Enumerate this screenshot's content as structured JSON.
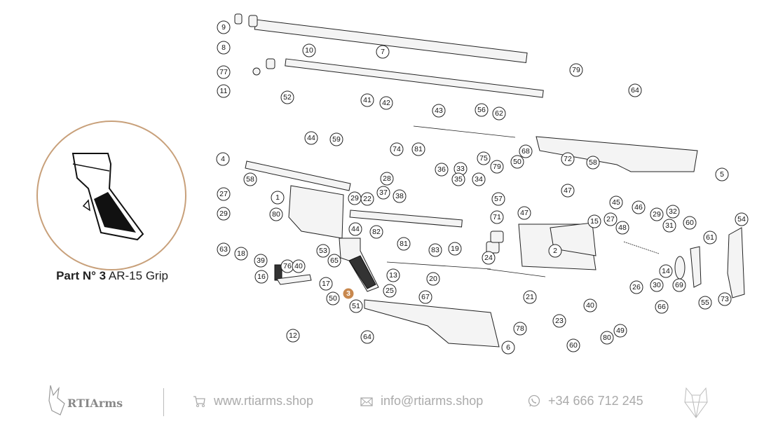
{
  "detail": {
    "part_label": "Part N° 3",
    "part_name": "AR-15 Grip"
  },
  "highlight_color": "#c8884e",
  "callouts": [
    "9",
    "8",
    "7",
    "10",
    "77",
    "11",
    "79",
    "64",
    "52",
    "41",
    "42",
    "43",
    "56",
    "62",
    "44",
    "59",
    "4",
    "5",
    "74",
    "81",
    "36",
    "33",
    "75",
    "79",
    "50",
    "68",
    "72",
    "58",
    "28",
    "35",
    "34",
    "58",
    "47",
    "45",
    "46",
    "1",
    "29",
    "22",
    "37",
    "38",
    "57",
    "47",
    "27",
    "29",
    "80",
    "82",
    "44",
    "71",
    "15",
    "27",
    "29",
    "32",
    "31",
    "60",
    "61",
    "54",
    "48",
    "63",
    "18",
    "39",
    "76",
    "40",
    "53",
    "65",
    "81",
    "83",
    "19",
    "2",
    "24",
    "13",
    "16",
    "17",
    "20",
    "14",
    "30",
    "69",
    "26",
    "55",
    "73",
    "50",
    "3",
    "25",
    "51",
    "67",
    "21",
    "66",
    "40",
    "23",
    "78",
    "49",
    "80",
    "60",
    "12",
    "64",
    "6"
  ],
  "footer": {
    "brand": "RTIArms",
    "website": "www.rtiarms.shop",
    "email": "info@rtiarms.shop",
    "phone": "+34 666 712 245",
    "icons": [
      "cart-icon",
      "mail-icon",
      "whatsapp-icon",
      "wolf-logo-icon"
    ]
  }
}
